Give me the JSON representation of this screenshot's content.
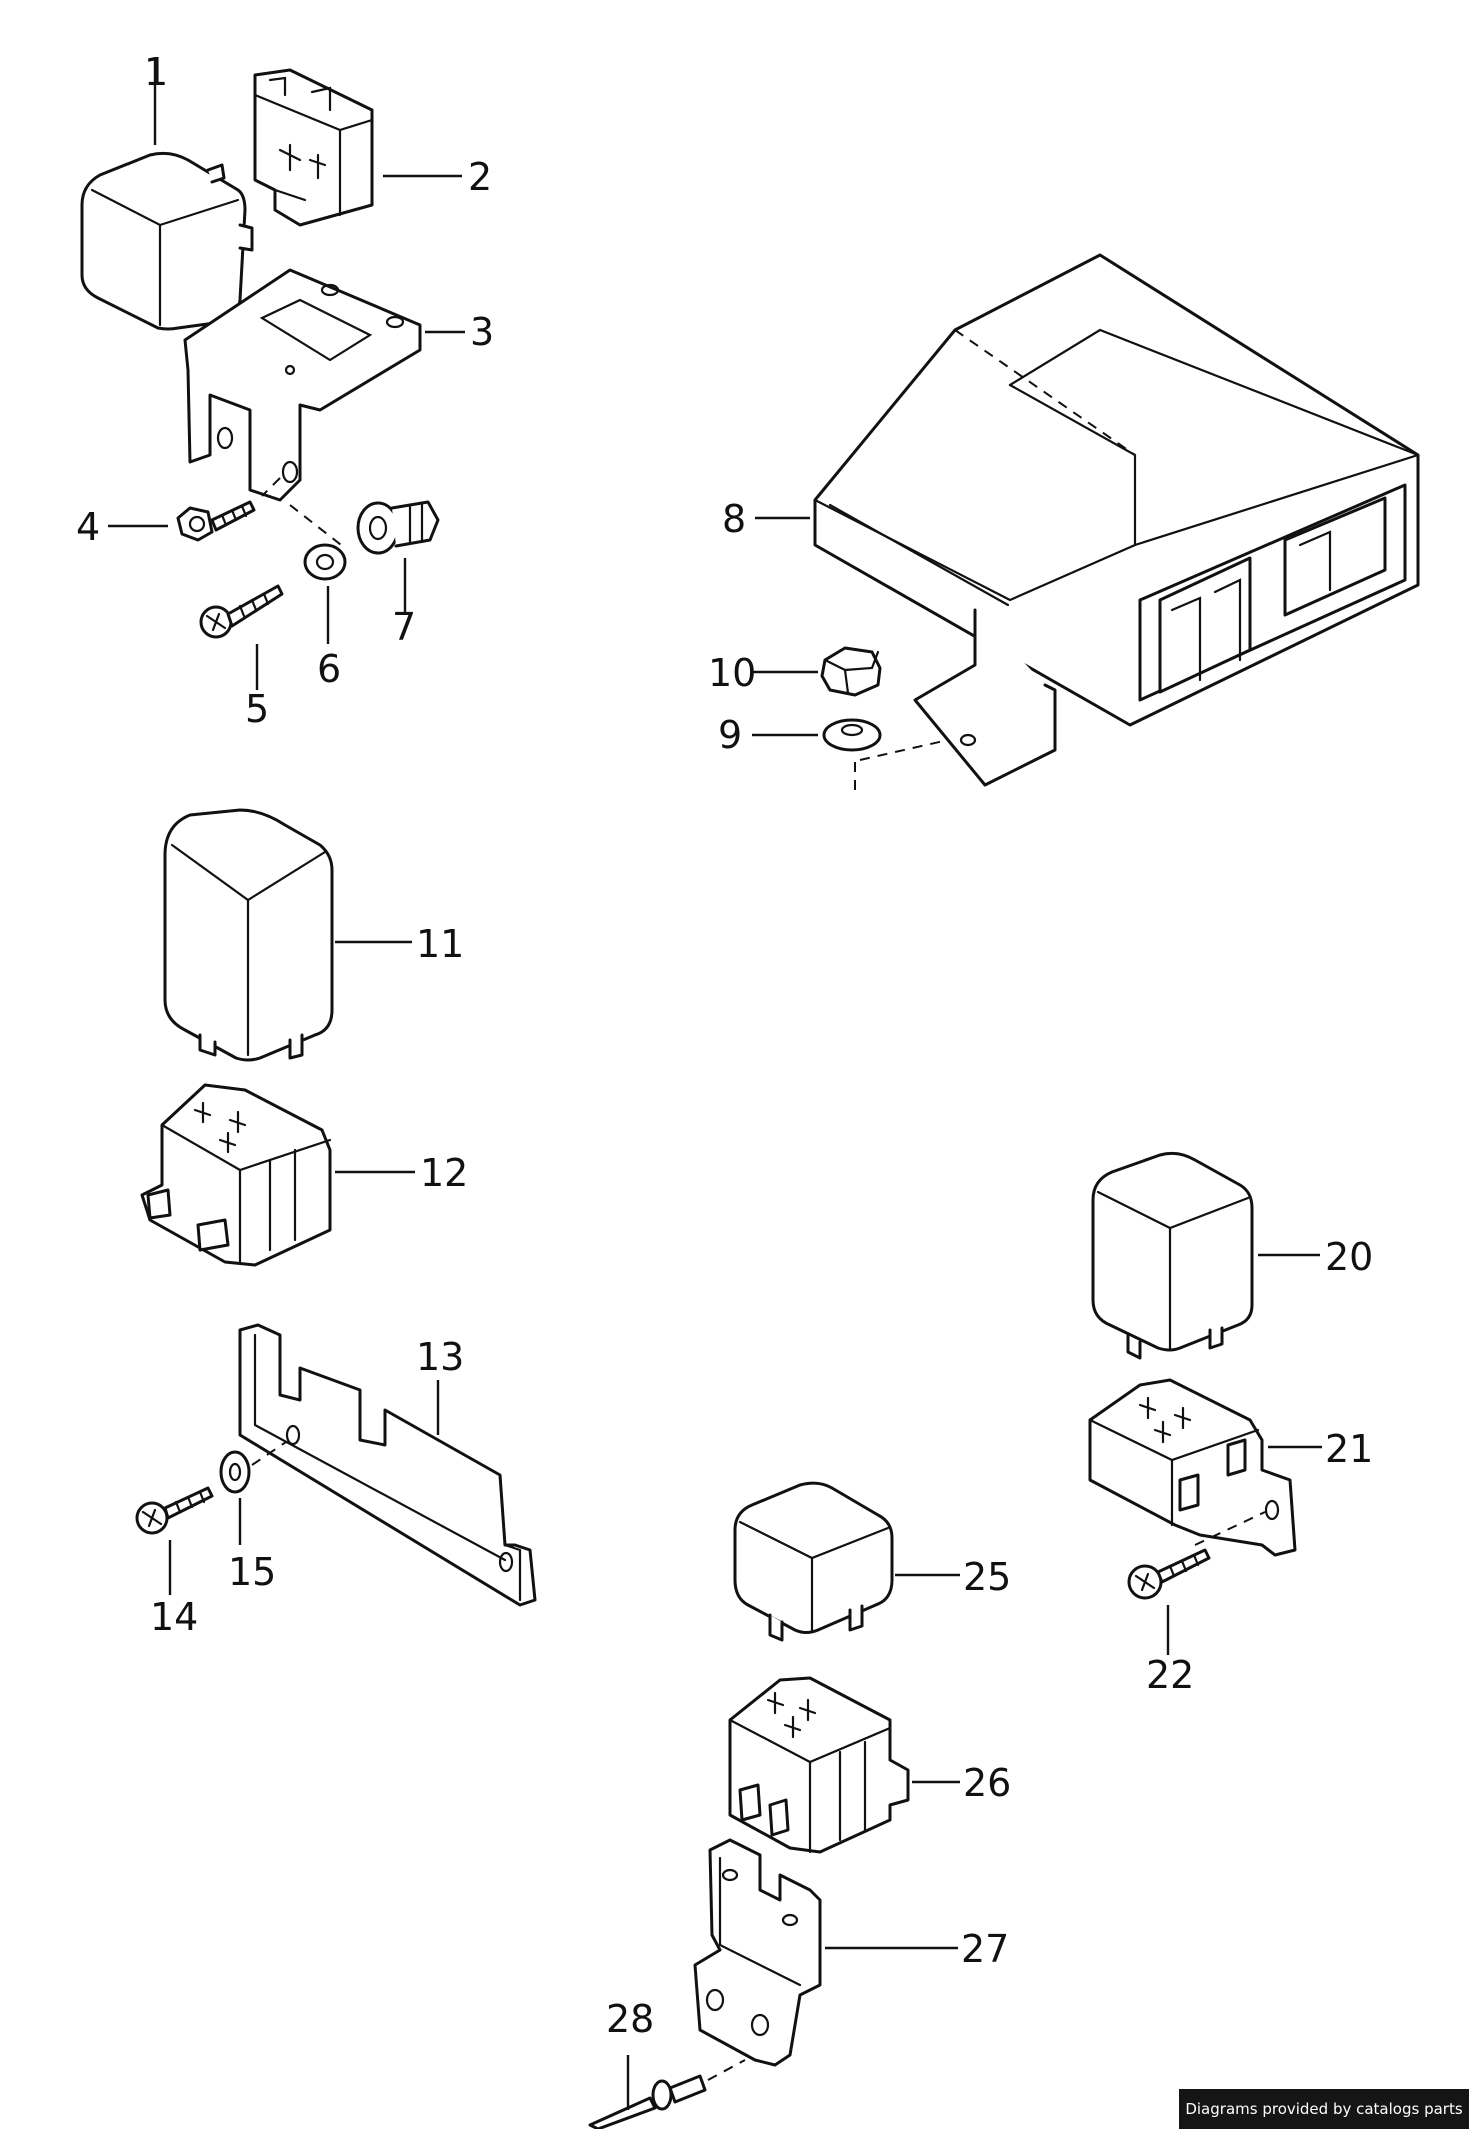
{
  "callouts": {
    "c1": "1",
    "c2": "2",
    "c3": "3",
    "c4": "4",
    "c5": "5",
    "c6": "6",
    "c7": "7",
    "c8": "8",
    "c9": "9",
    "c10": "10",
    "c11": "11",
    "c12": "12",
    "c13": "13",
    "c14": "14",
    "c15": "15",
    "c20": "20",
    "c21": "21",
    "c22": "22",
    "c25": "25",
    "c26": "26",
    "c27": "27",
    "c28": "28"
  },
  "credit": "Diagrams provided by catalogs parts"
}
